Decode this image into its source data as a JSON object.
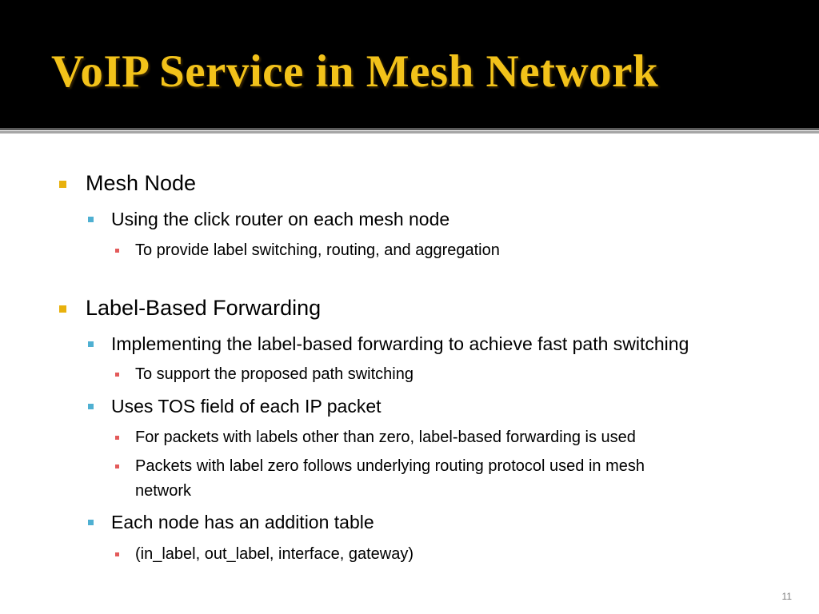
{
  "slide": {
    "title": "VoIP Service in Mesh Network",
    "slide_number": "11",
    "colors": {
      "title_bar": "#000000",
      "title_text": "#f2c21a",
      "bullet_level1": "#e8b10d",
      "bullet_level2": "#4fb0d2",
      "bullet_level3": "#e35a5a"
    },
    "bullets": [
      {
        "level": 1,
        "text": "Mesh Node"
      },
      {
        "level": 2,
        "text": "Using the click router on each mesh node"
      },
      {
        "level": 3,
        "text": "To provide label switching, routing, and aggregation"
      },
      {
        "level": 1,
        "text": "Label-Based Forwarding"
      },
      {
        "level": 2,
        "text": "Implementing the label-based forwarding to achieve fast path switching"
      },
      {
        "level": 3,
        "text": "To support the proposed path switching"
      },
      {
        "level": 2,
        "text": "Uses TOS field of each IP packet"
      },
      {
        "level": 3,
        "text": "For packets with labels other than zero, label-based forwarding is used"
      },
      {
        "level": 3,
        "text": "Packets with label zero follows underlying routing protocol used in mesh"
      },
      {
        "level": 3,
        "text": "network"
      },
      {
        "level": 2,
        "text": "Each node has an addition table"
      },
      {
        "level": 3,
        "text": "(in_label, out_label, interface, gateway)"
      }
    ]
  }
}
